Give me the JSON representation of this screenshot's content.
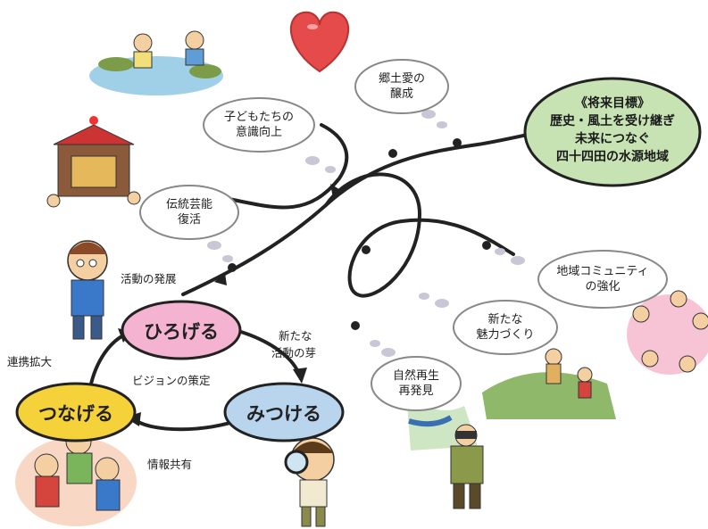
{
  "goal": {
    "line1": "《将来目標》",
    "line2": "歴史・風土を受け継ぎ",
    "line3": "未来につなぐ",
    "line4": "四十四田の水源地域"
  },
  "cycle": {
    "hirogeru": "ひろげる",
    "tsunageru": "つなげる",
    "mitsukeru": "みつける",
    "center_label": "ビジョンの策定",
    "left_label": "連携拡大",
    "bottom_label": "情報共有",
    "right_label_1": "新たな",
    "right_label_2": "活動の芽",
    "top_label": "活動の発展"
  },
  "bubbles": [
    {
      "id": "dentou",
      "line1": "伝統芸能",
      "line2": "復活"
    },
    {
      "id": "kodomo",
      "line1": "子どもたちの",
      "line2": "意識向上"
    },
    {
      "id": "kyodo",
      "line1": "郷土愛の",
      "line2": "醸成"
    },
    {
      "id": "chiiki",
      "line1": "地域コミュニティ",
      "line2": "の強化"
    },
    {
      "id": "miryoku",
      "line1": "新たな",
      "line2": "魅力づくり"
    },
    {
      "id": "shizen",
      "line1": "自然再生",
      "line2": "再発見"
    }
  ],
  "colors": {
    "goal_fill": "#c7e3b4",
    "hirogeru_fill": "#f4b3d0",
    "tsunageru_fill": "#f6d23a",
    "mitsukeru_fill": "#b9d5ee",
    "bubble_fill": "#ffffff",
    "dot_fill": "#c9c6d6",
    "path_stroke": "#222222"
  },
  "illustrations": [
    "children-in-river",
    "heart-character",
    "festival-float",
    "man-speaking",
    "children-group",
    "child-with-magnifier",
    "person-with-binoculars",
    "hikers-on-hill",
    "community-circle"
  ]
}
